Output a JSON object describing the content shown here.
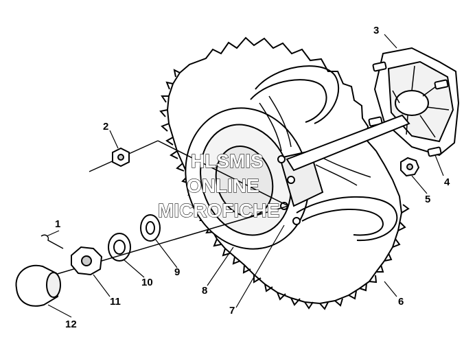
{
  "watermark": {
    "line1": "HLSMIS",
    "line2": "ONLINE",
    "line3": "MICROFICHE"
  },
  "callouts": [
    {
      "id": "c1",
      "label": "1"
    },
    {
      "id": "c2",
      "label": "2"
    },
    {
      "id": "c3",
      "label": "3"
    },
    {
      "id": "c4",
      "label": "4"
    },
    {
      "id": "c5",
      "label": "5"
    },
    {
      "id": "c6",
      "label": "6"
    },
    {
      "id": "c7",
      "label": "7"
    },
    {
      "id": "c8",
      "label": "8"
    },
    {
      "id": "c9",
      "label": "9"
    },
    {
      "id": "c10",
      "label": "10"
    },
    {
      "id": "c11",
      "label": "11"
    },
    {
      "id": "c12",
      "label": "12"
    }
  ],
  "colors": {
    "line": "#000000",
    "background": "#ffffff",
    "shade": "#d9d9d9"
  }
}
